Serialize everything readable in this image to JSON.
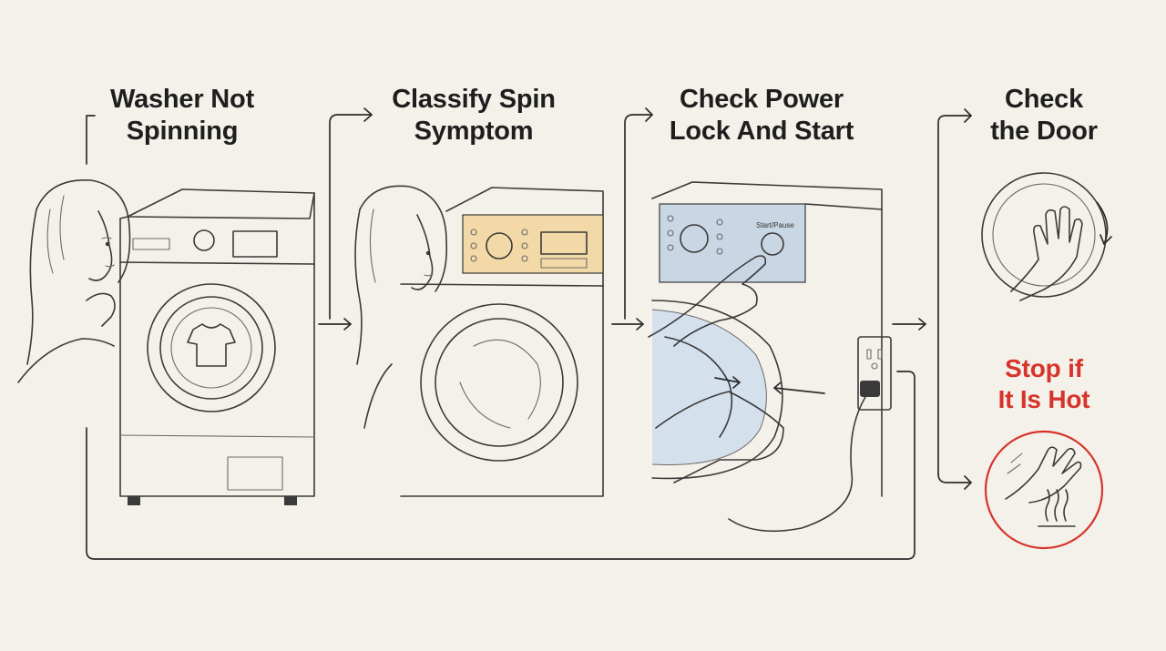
{
  "steps": [
    {
      "line1": "Washer Not",
      "line2": "Spinning"
    },
    {
      "line1": "Classify Spin",
      "line2": "Symptom"
    },
    {
      "line1": "Check Power",
      "line2": "Lock And Start"
    },
    {
      "line1": "Check",
      "line2": "the Door"
    }
  ],
  "warning": {
    "line1": "Stop if",
    "line2": "It Is Hot"
  },
  "panel_label": "Start/Pause",
  "colors": {
    "background": "#f4f1ea",
    "warning": "#d6342b",
    "panel_highlight": "#f3d9a7",
    "panel_blue": "#c9d6e3"
  },
  "icons": [
    "person-thinking-icon",
    "washer-icon",
    "tshirt-icon",
    "control-panel-icon",
    "hand-press-button-icon",
    "power-outlet-icon",
    "plug-icon",
    "door-hand-icon",
    "heat-warning-icon"
  ]
}
